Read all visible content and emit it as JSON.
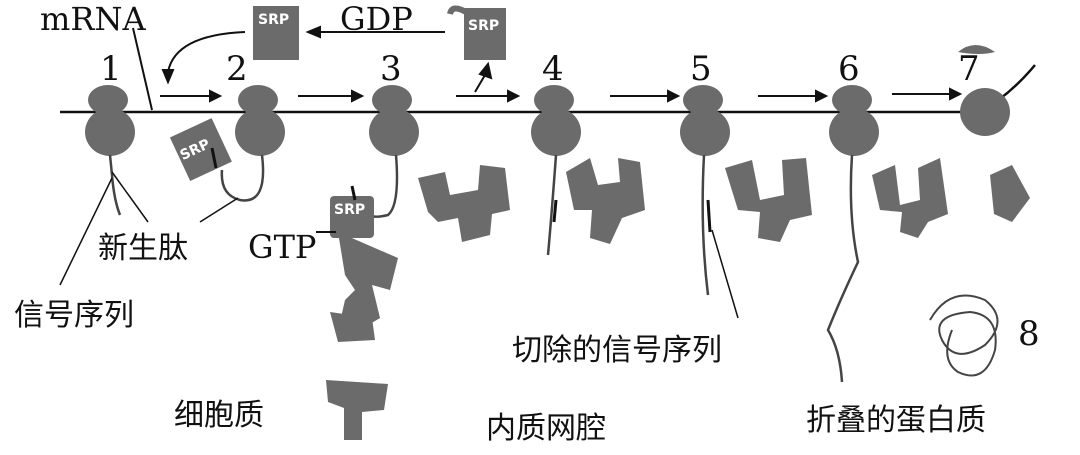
{
  "labels": {
    "mrna": "mRNA",
    "gdp": "GDP",
    "gtp": "GTP",
    "srp": "SRP",
    "nascent_peptide": "新生肽",
    "signal_sequence": "信号序列",
    "cleaved_signal_sequence": "切除的信号序列",
    "cytoplasm": "细胞质",
    "er_lumen": "内质网腔",
    "folded_protein": "折叠的蛋白质"
  },
  "steps": [
    "1",
    "2",
    "3",
    "4",
    "5",
    "6",
    "7",
    "8"
  ],
  "colors": {
    "ribosome": "#6b6b6b",
    "receptor": "#6b6b6b",
    "srp_block": "#6b6b6b",
    "line": "#111111"
  }
}
